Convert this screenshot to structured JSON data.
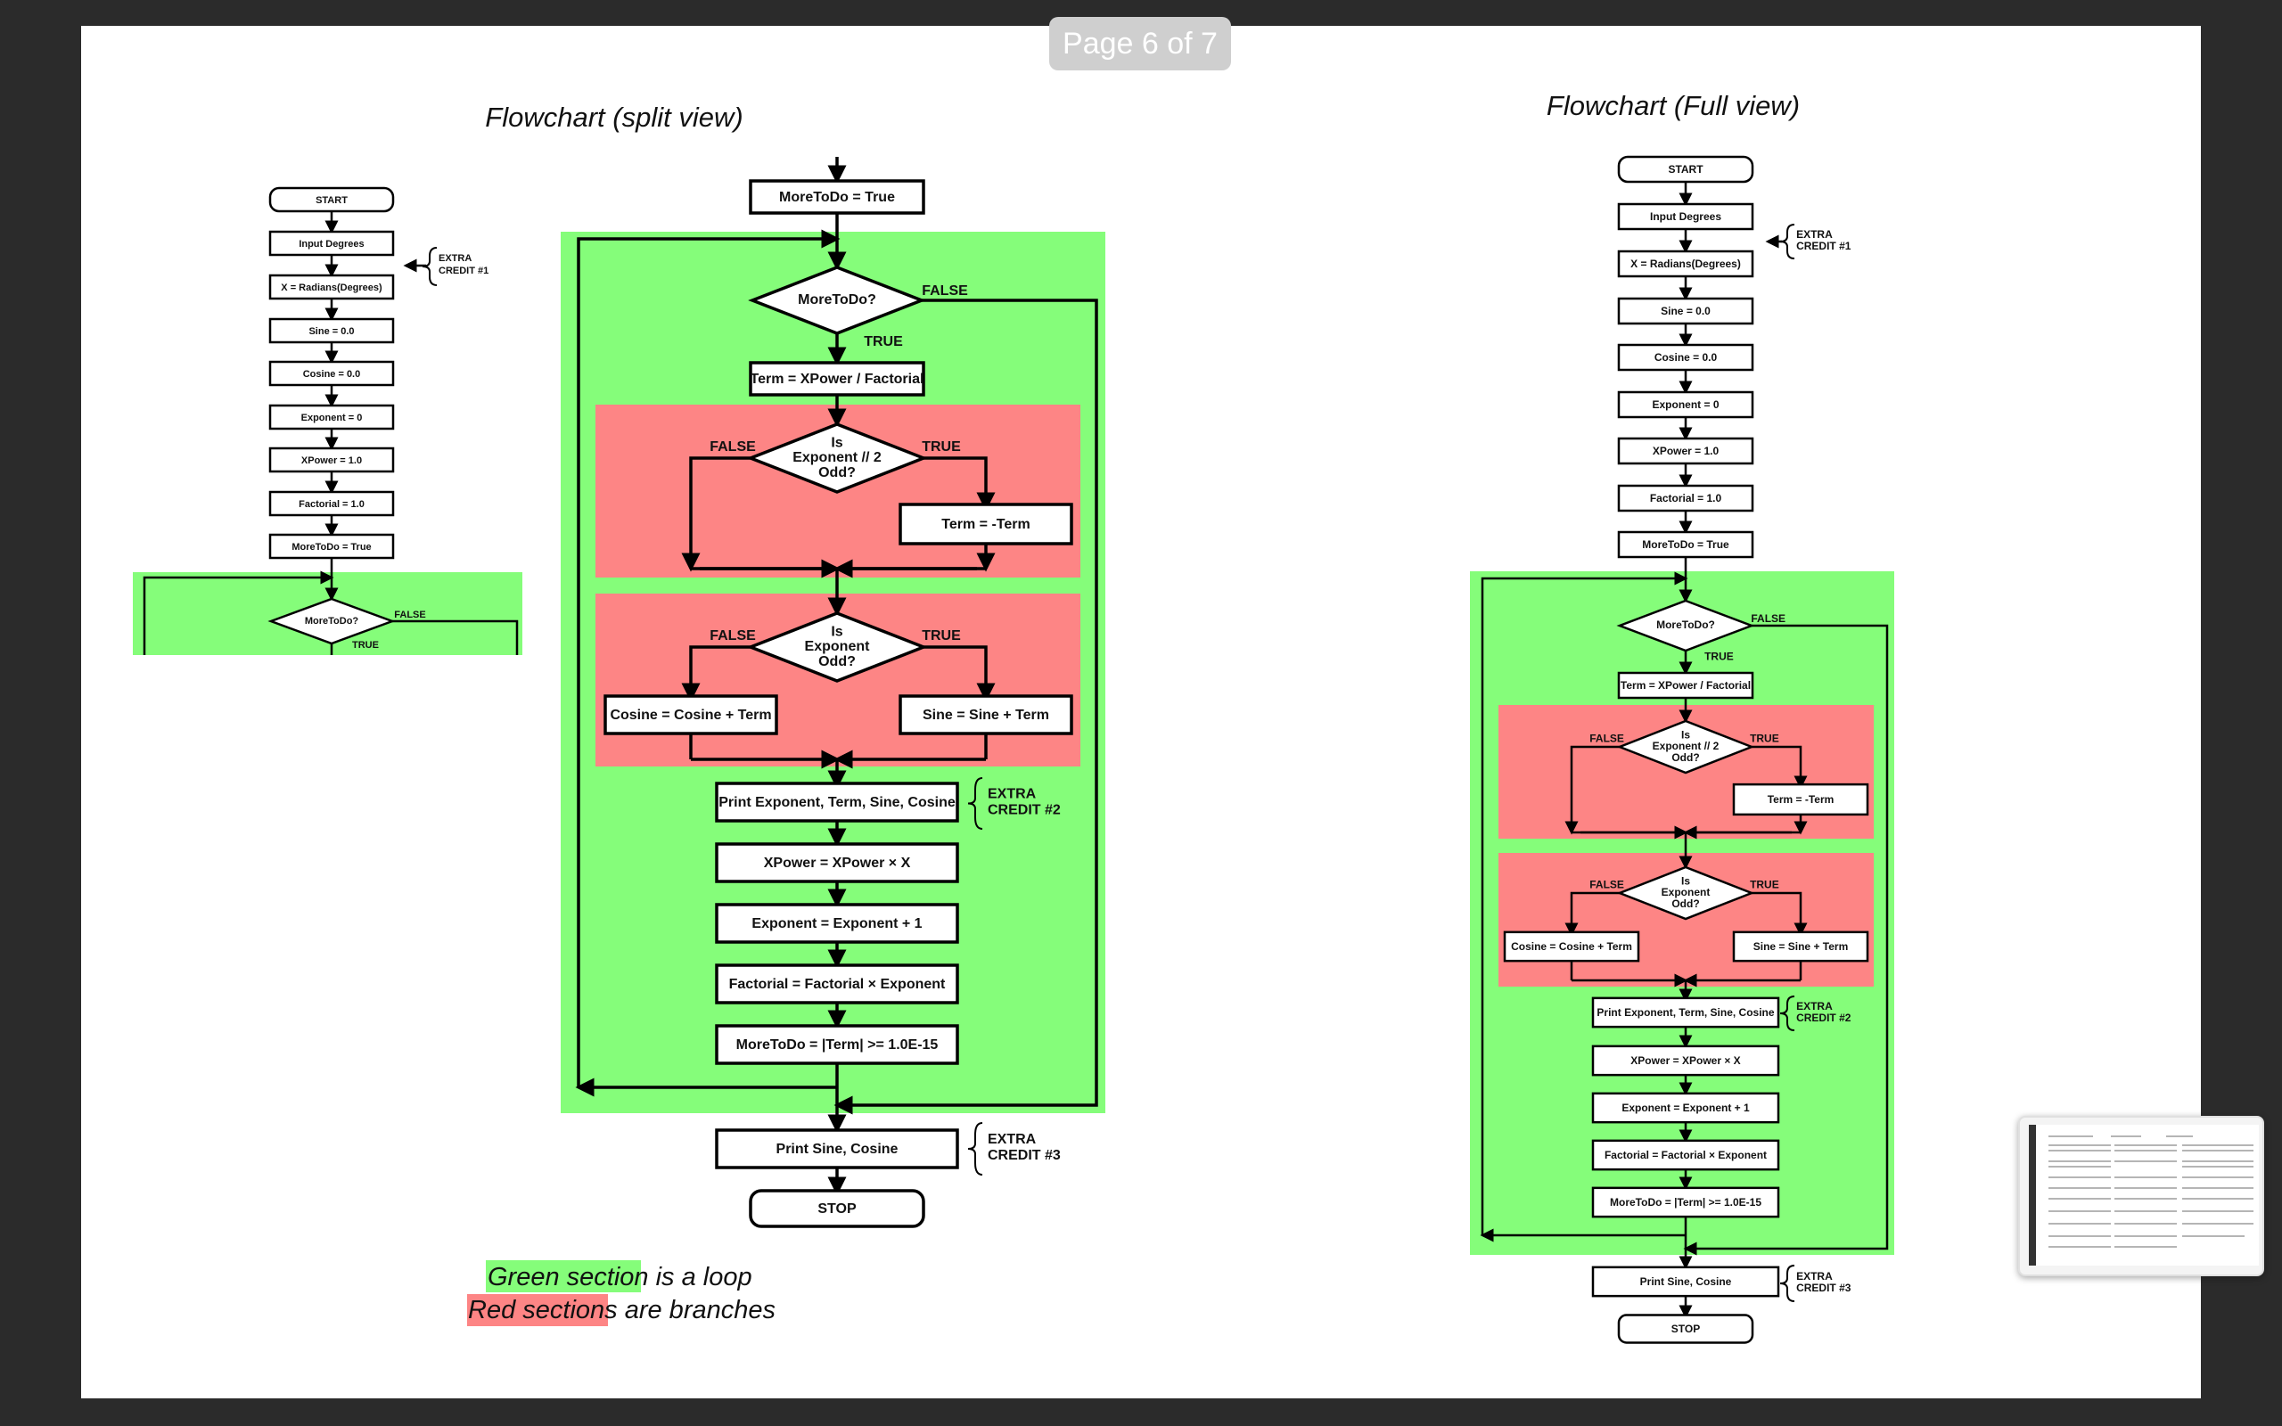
{
  "viewer": {
    "page_indicator": "Page 6 of 7"
  },
  "colors": {
    "loop": "#85fd7a",
    "branch": "#fd8585",
    "background": "#2b2b2b"
  },
  "titles": {
    "split": "Flowchart (split view)",
    "full": "Flowchart (Full view)"
  },
  "legend": {
    "green_word": "Green section",
    "green_rest": " is a loop",
    "red_word": "Red sections",
    "red_rest": " are branches"
  },
  "steps": {
    "start": "START",
    "input": "Input Degrees",
    "radians": "X = Radians(Degrees)",
    "sine0": "Sine = 0.0",
    "cosine0": "Cosine = 0.0",
    "exponent0": "Exponent = 0",
    "xpower0": "XPower = 1.0",
    "factorial0": "Factorial = 1.0",
    "moretodo0": "MoreToDo = True",
    "moretodo_q": "MoreToDo?",
    "term": "Term = XPower / Factorial",
    "exp_half_odd": [
      "Is",
      "Exponent // 2",
      "Odd?"
    ],
    "negate": "Term = -Term",
    "exp_odd": [
      "Is",
      "Exponent",
      "Odd?"
    ],
    "cosine_add": "Cosine = Cosine + Term",
    "sine_add": "Sine = Sine + Term",
    "print_all": "Print Exponent, Term, Sine, Cosine",
    "xpower_mul": "XPower = XPower × X",
    "exp_inc": "Exponent = Exponent + 1",
    "fact_mul": "Factorial = Factorial × Exponent",
    "moretodo_set": "MoreToDo = |Term| >= 1.0E-15",
    "print_final": "Print Sine, Cosine",
    "stop": "STOP"
  },
  "branch_labels": {
    "true": "TRUE",
    "false": "FALSE"
  },
  "extra_credit": {
    "ec1": [
      "EXTRA",
      "CREDIT #1"
    ],
    "ec2": [
      "EXTRA",
      "CREDIT #2"
    ],
    "ec3": [
      "EXTRA",
      "CREDIT #3"
    ]
  }
}
